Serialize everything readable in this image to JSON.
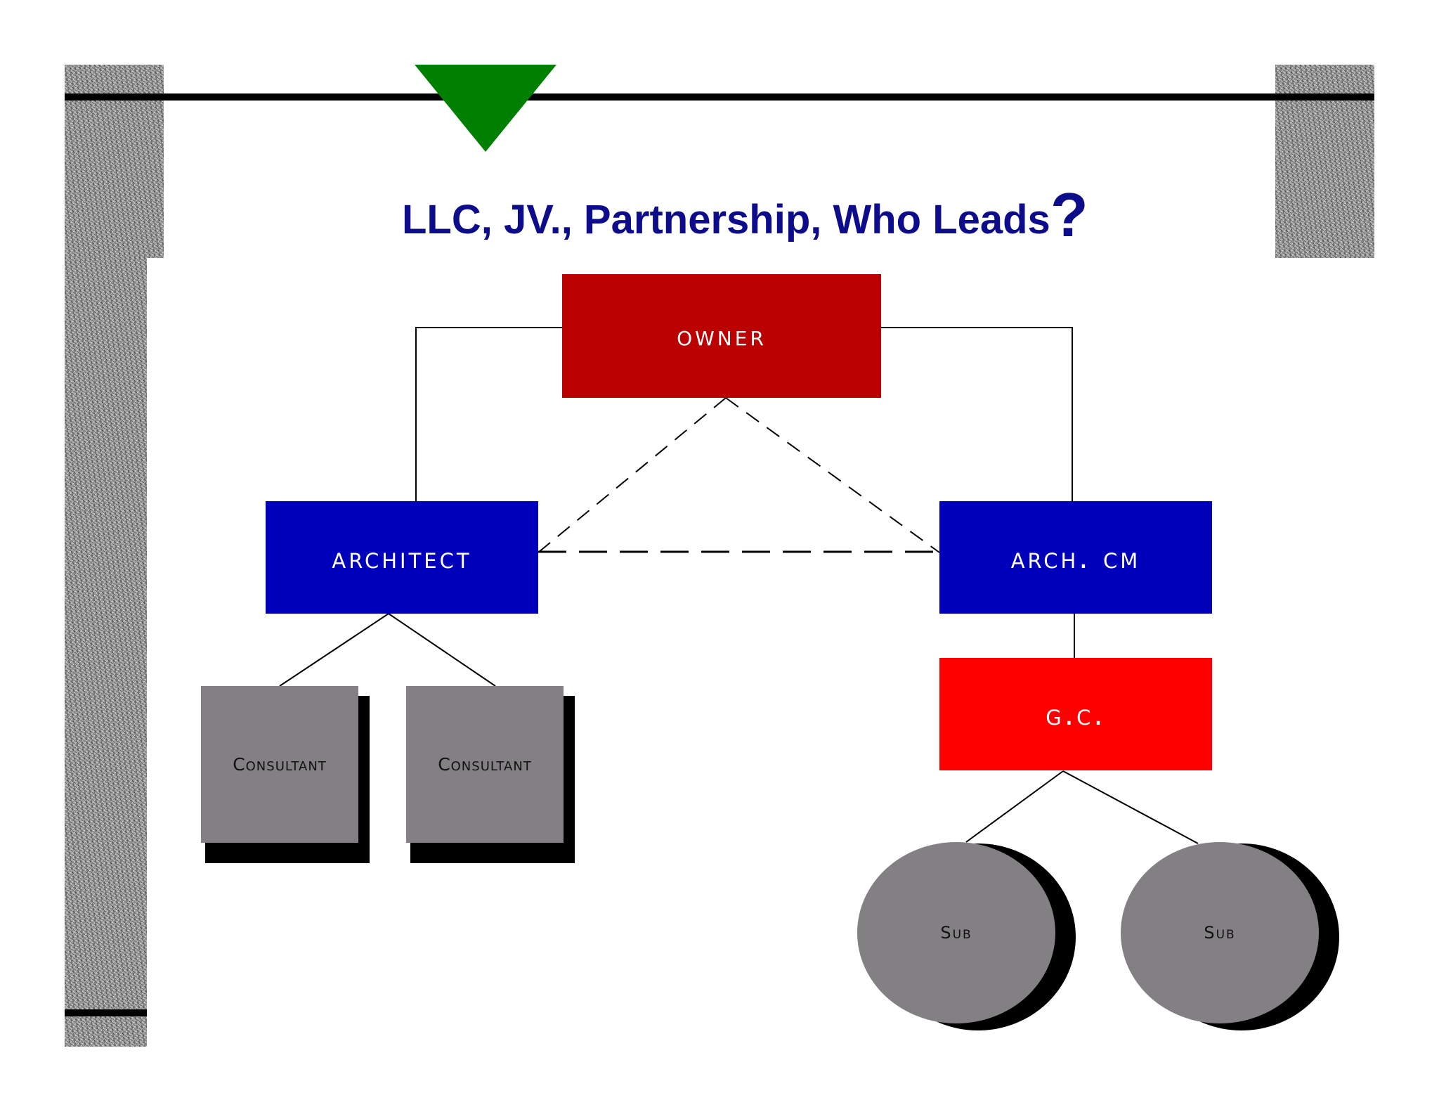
{
  "title": {
    "text": "LLC, JV., Partnership, Who Leads",
    "question_mark": "?"
  },
  "nodes": {
    "owner": {
      "label": "Owner",
      "color": "#bb0000"
    },
    "architect": {
      "label": "Architect",
      "color": "#0000bb"
    },
    "arch_cm": {
      "label": "Arch. CM",
      "color": "#0000bb"
    },
    "gc": {
      "label": "G.C.",
      "color": "#ff0000"
    },
    "consultants": [
      {
        "label": "Consultant"
      },
      {
        "label": "Consultant"
      }
    ],
    "subs": [
      {
        "label": "Sub"
      },
      {
        "label": "Sub"
      }
    ]
  },
  "colors": {
    "title": "#0d0d8c",
    "marker": "#008000",
    "consultant_fill": "#828082",
    "sub_fill": "#828082"
  },
  "icons": {
    "marker": "down-triangle-icon"
  }
}
